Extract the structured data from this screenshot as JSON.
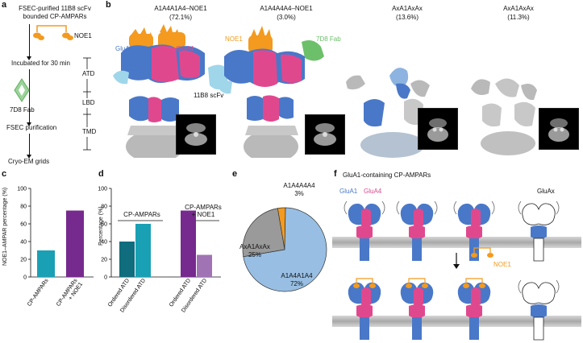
{
  "colors": {
    "glua1": "#4a78c8",
    "glua4": "#e0488e",
    "noe1": "#f39a1f",
    "fab": "#6cc06a",
    "scfv": "#9fd6ea",
    "tmd": "#b9b9b9",
    "teal": "#1aa0b4",
    "teal_dark": "#0f6d7e",
    "purple": "#762a8d",
    "purple_light": "#a073b4",
    "pie_a1": "#98bfe3",
    "pie_ax": "#9a9a9a",
    "pie_a4": "#f39a1f"
  },
  "panel_a": {
    "label": "a",
    "step1": "FSEC-purified 11B8 scFv\nbounded CP-AMPARs",
    "noe1": "NOE1",
    "step2": "Incubated for 30 min",
    "fab": "7D8 Fab",
    "step3": "FSEC purification",
    "step4": "Cryo-EM grids"
  },
  "panel_b": {
    "label": "b",
    "domains": [
      "ATD",
      "LBD",
      "TMD"
    ],
    "maps": [
      {
        "title": "A1A4A1A4–NOE1",
        "pct": "(72.1%)"
      },
      {
        "title": "A1A4A4A4–NOE1",
        "pct": "(3.0%)"
      },
      {
        "title": "AxA1AxAx",
        "pct": "(13.6%)"
      },
      {
        "title": "AxA1AxAx",
        "pct": "(11.3%)"
      }
    ],
    "annotations": {
      "glua1": "GluA1",
      "glua4": "GluA4",
      "noe1": "NOE1",
      "fab": "7D8 Fab",
      "scfv": "11B8 scFv"
    }
  },
  "panel_c": {
    "label": "c",
    "ylabel": "NOE1–AMPAR percentage (%)",
    "ticks": [
      "0",
      "20",
      "40",
      "60",
      "80",
      "100"
    ],
    "categories": [
      "CP-AMPARs",
      "CP-AMPARs\n+ NOE1"
    ]
  },
  "panel_d": {
    "label": "d",
    "ylabel": "Percentage (%)",
    "ticks": [
      "0",
      "20",
      "40",
      "60",
      "80",
      "100"
    ],
    "group1": "CP-AMPARs",
    "group2": "CP-AMPARs\n+ NOE1",
    "categories": [
      "Ordered ATD",
      "Disordered ATD",
      "Ordered ATD",
      "Disordered ATD"
    ]
  },
  "panel_e": {
    "label": "e",
    "slices": [
      {
        "name": "A1A4A1A4",
        "pct": "72%"
      },
      {
        "name": "AxA1AxAx",
        "pct": "25%"
      },
      {
        "name": "A1A4A4A4",
        "pct": "3%"
      }
    ]
  },
  "panel_f": {
    "label": "f",
    "title": "GluA1-containing CP-AMPARs",
    "glua1": "GluA1",
    "glua4": "GluA4",
    "gluax": "GluAx",
    "noe1": "NOE1"
  },
  "chart_data": [
    {
      "type": "bar",
      "categories": [
        "CP-AMPARs",
        "CP-AMPARs + NOE1"
      ],
      "values": [
        30,
        75
      ],
      "ylabel": "NOE1–AMPAR percentage (%)",
      "ylim": [
        0,
        100
      ]
    },
    {
      "type": "bar",
      "categories": [
        "Ordered ATD",
        "Disordered ATD",
        "Ordered ATD",
        "Disordered ATD"
      ],
      "groups": [
        "CP-AMPARs",
        "CP-AMPARs + NOE1"
      ],
      "values": [
        40,
        60,
        75,
        25
      ],
      "ylabel": "Percentage (%)",
      "ylim": [
        0,
        100
      ]
    },
    {
      "type": "pie",
      "categories": [
        "A1A4A1A4",
        "AxA1AxAx",
        "A1A4A4A4"
      ],
      "values": [
        72,
        25,
        3
      ]
    }
  ]
}
